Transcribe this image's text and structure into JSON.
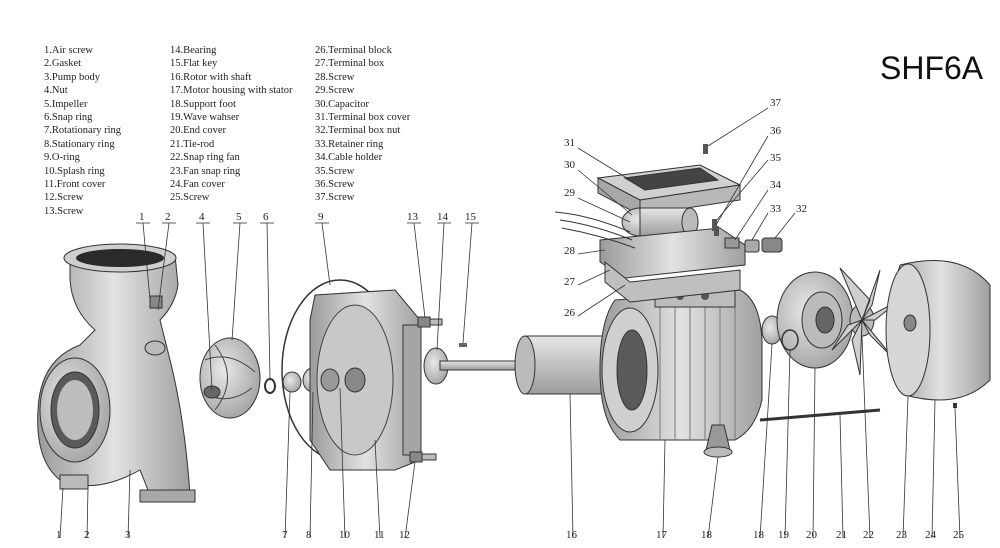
{
  "model": "SHF6A",
  "parts_col1": [
    "1.Air screw",
    "2.Gasket",
    "3.Pump body",
    "4.Nut",
    "5.Impeller",
    "6.Snap ring",
    "7.Rotationary ring",
    "8.Stationary ring",
    "9.O-ring",
    "10.Splash ring",
    "11.Front cover",
    "12.Screw",
    "13.Screw"
  ],
  "parts_col2": [
    "14.Bearing",
    "15.Flat key",
    "16.Rotor with shaft",
    "17.Motor housing with stator",
    "18.Support foot",
    "19.Wave wahser",
    "20.End cover",
    "21.Tie-rod",
    "22.Snap ring fan",
    "23.Fan snap ring",
    "24.Fan cover",
    "25.Screw"
  ],
  "parts_col3": [
    "26.Terminal block",
    "27.Terminal box",
    "28.Screw",
    "29.Screw",
    "30.Capacitor",
    "31.Terminal box cover",
    "32.Terminal box nut",
    "33.Retainer ring",
    "34.Cable holder",
    "35.Screw",
    "36.Screw",
    "37.Screw"
  ],
  "callouts": {
    "top_row": [
      "1",
      "2",
      "4",
      "5",
      "6",
      "9",
      "13",
      "14",
      "15"
    ],
    "bottom_row": [
      "1",
      "2",
      "3",
      "7",
      "8",
      "10",
      "11",
      "12",
      "16",
      "17",
      "18",
      "18",
      "19",
      "20",
      "21",
      "22",
      "23",
      "24",
      "25"
    ],
    "right_stack": [
      "37",
      "36",
      "35",
      "34",
      "33",
      "32"
    ],
    "left_stack": [
      "31",
      "30",
      "29",
      "28",
      "27",
      "26"
    ]
  },
  "colors": {
    "line": "#333333",
    "metal_light": "#d9d9d9",
    "metal_mid": "#b5b5b5",
    "metal_dark": "#8a8a8a"
  }
}
